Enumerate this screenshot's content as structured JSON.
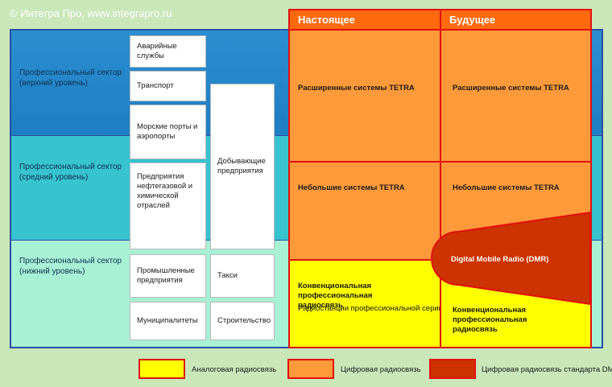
{
  "copyright": "© Интегра Про, www.integrapro.ru",
  "header": {
    "present": "Настоящее",
    "future": "Будущее"
  },
  "sectors": {
    "upper": "Профессиональный сектор (верхний уровень)",
    "middle": "Профессиональный сектор (средний уровень)",
    "lower": "Профессиональный сектор (нижний уровень)"
  },
  "users": {
    "emergency": "Аварийные службы",
    "transport": "Транспорт",
    "ports": "Морские порты и аэропорты",
    "oil": "Предприятия нефтегазовой и химической отраслей",
    "mining": "Добывающие предприятия",
    "industrial": "Промышленные предприятия",
    "taxi": "Такси",
    "municipal": "Муниципалитеты",
    "construction": "Строительство"
  },
  "present": {
    "extended": "Расширенные системы TETRA",
    "small": "Небольшие системы TETRA",
    "conventional": "Конвенциональная профессиональная радиосвязь",
    "radio_series": "Радиостанции профессиональной серии"
  },
  "future": {
    "extended": "Расширенные системы TETRA",
    "small": "Небольшие системы TETRA",
    "dmr": "Digital Mobile Radio (DMR)",
    "conventional": "Конвенциональная профессиональная радиосвязь"
  },
  "legend": [
    {
      "label": "Аналоговая радиосвязь",
      "color": "#ffff00"
    },
    {
      "label": "Цифровая радиосвязь",
      "color": "#ff9a3a"
    },
    {
      "label": "Цифровая радиосвязь стандарта DMR",
      "color": "#cc3300"
    }
  ]
}
